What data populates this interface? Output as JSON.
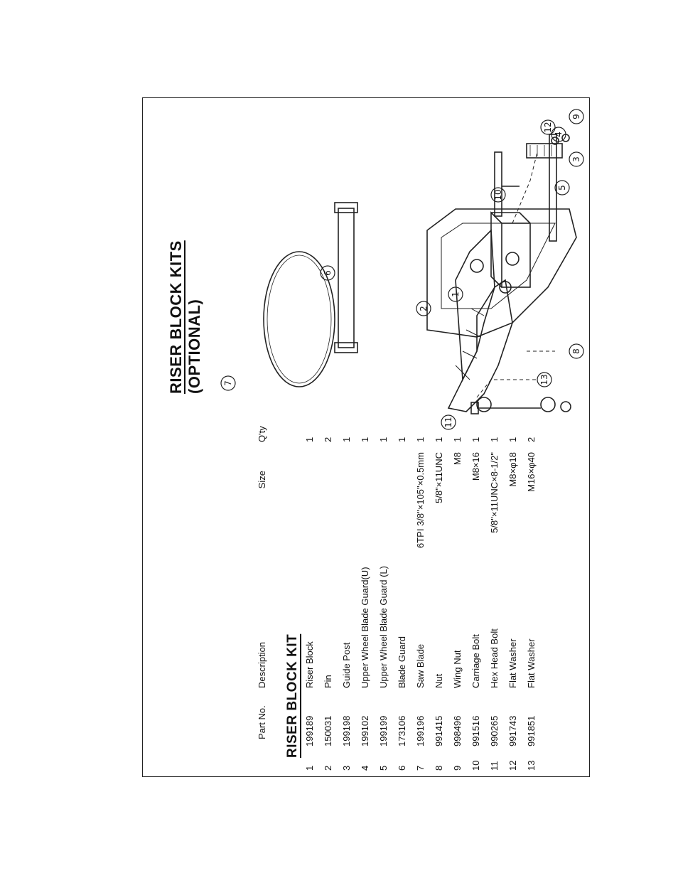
{
  "title": {
    "line1": "RISER BLOCK KITS",
    "line2": "(OPTIONAL)"
  },
  "kit_title": "RISER BLOCK KIT",
  "table": {
    "headers": {
      "part_no": "Part No.",
      "description": "Description",
      "size": "Size",
      "qty": "Q'ty"
    },
    "rows": [
      {
        "idx": "1",
        "part_no": "199189",
        "description": "Riser Block",
        "size": "",
        "qty": "1"
      },
      {
        "idx": "2",
        "part_no": "150031",
        "description": "Pin",
        "size": "",
        "qty": "2"
      },
      {
        "idx": "3",
        "part_no": "199198",
        "description": "Guide Post",
        "size": "",
        "qty": "1"
      },
      {
        "idx": "4",
        "part_no": "199102",
        "description": "Upper Wheel Blade Guard(U)",
        "size": "",
        "qty": "1"
      },
      {
        "idx": "5",
        "part_no": "199199",
        "description": "Upper Wheel Blade Guard (L)",
        "size": "",
        "qty": "1"
      },
      {
        "idx": "6",
        "part_no": "173106",
        "description": "Blade Guard",
        "size": "",
        "qty": "1"
      },
      {
        "idx": "7",
        "part_no": "199196",
        "description": "Saw Blade",
        "size": "6TPI 3/8\"×105\"×0.5mm",
        "qty": "1"
      },
      {
        "idx": "8",
        "part_no": "991415",
        "description": "Nut",
        "size": "5/8\"×11UNC",
        "qty": "1"
      },
      {
        "idx": "9",
        "part_no": "998496",
        "description": "Wing Nut",
        "size": "M8",
        "qty": "1"
      },
      {
        "idx": "10",
        "part_no": "991516",
        "description": "Carriage Bolt",
        "size": "M8×16",
        "qty": "1"
      },
      {
        "idx": "11",
        "part_no": "990265",
        "description": "Hex Head Bolt",
        "size": "5/8\"×11UNC×8-1/2\"",
        "qty": "1"
      },
      {
        "idx": "12",
        "part_no": "991743",
        "description": "Flat Washer",
        "size": "M8×φ18",
        "qty": "1"
      },
      {
        "idx": "13",
        "part_no": "991851",
        "description": "Flat Washer",
        "size": "M16×φ40",
        "qty": "2"
      }
    ]
  },
  "callouts": [
    "1",
    "2",
    "3",
    "4",
    "5",
    "6",
    "7",
    "8",
    "9",
    "10",
    "11",
    "12",
    "13"
  ]
}
